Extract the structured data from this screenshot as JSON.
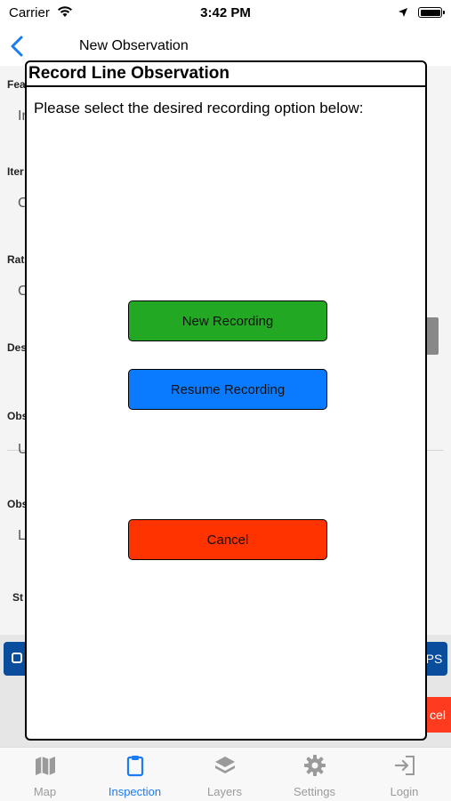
{
  "status_bar": {
    "carrier": "Carrier",
    "time": "3:42 PM"
  },
  "nav": {
    "title": "New Observation",
    "back_icon": "chevron-left-icon"
  },
  "background_form": {
    "labels": [
      "Fea",
      "Iter",
      "Rat",
      "Des",
      "Obs",
      "Obs",
      "St"
    ],
    "values": [
      "In",
      "C",
      "C",
      "U",
      "L"
    ],
    "right_buttons": [
      "PS",
      "cel"
    ]
  },
  "dialog": {
    "title": "Record Line Observation",
    "message": "Please select the desired recording option below:",
    "buttons": {
      "new_recording": "New Recording",
      "resume_recording": "Resume Recording",
      "cancel": "Cancel"
    }
  },
  "tabs": [
    {
      "label": "Map",
      "icon": "map-icon",
      "active": false
    },
    {
      "label": "Inspection",
      "icon": "clipboard-icon",
      "active": true
    },
    {
      "label": "Layers",
      "icon": "layers-icon",
      "active": false
    },
    {
      "label": "Settings",
      "icon": "gear-icon",
      "active": false
    },
    {
      "label": "Login",
      "icon": "login-icon",
      "active": false
    }
  ],
  "colors": {
    "accent": "#1a7cf5",
    "new_recording_bg": "#22a822",
    "resume_recording_bg": "#0a7bff",
    "cancel_bg": "#ff3300"
  }
}
